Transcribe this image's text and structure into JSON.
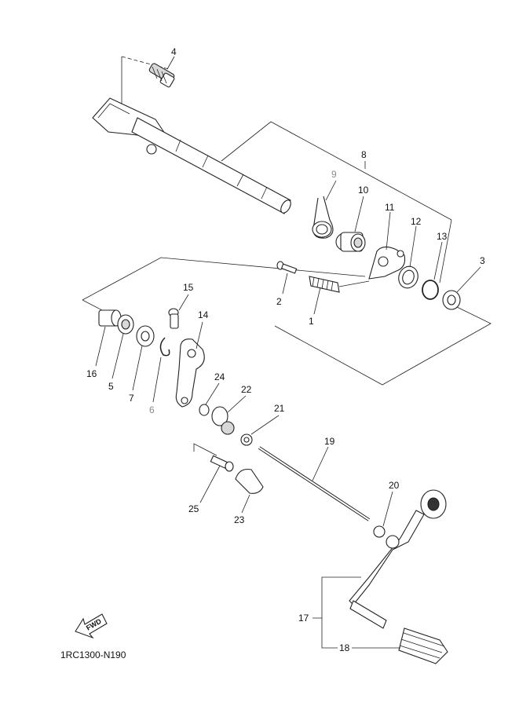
{
  "figure_code": "1RC1300-N190",
  "direction_badge": "FWD",
  "callouts": [
    {
      "id": "1",
      "label": "1"
    },
    {
      "id": "2",
      "label": "2"
    },
    {
      "id": "3",
      "label": "3"
    },
    {
      "id": "4",
      "label": "4"
    },
    {
      "id": "5",
      "label": "5"
    },
    {
      "id": "6",
      "label": "6"
    },
    {
      "id": "7",
      "label": "7"
    },
    {
      "id": "8",
      "label": "8"
    },
    {
      "id": "9",
      "label": "9"
    },
    {
      "id": "10",
      "label": "10"
    },
    {
      "id": "11",
      "label": "11"
    },
    {
      "id": "12",
      "label": "12"
    },
    {
      "id": "13",
      "label": "13"
    },
    {
      "id": "14",
      "label": "14"
    },
    {
      "id": "15",
      "label": "15"
    },
    {
      "id": "16",
      "label": "16"
    },
    {
      "id": "17",
      "label": "17"
    },
    {
      "id": "18",
      "label": "18"
    },
    {
      "id": "19",
      "label": "19"
    },
    {
      "id": "20",
      "label": "20"
    },
    {
      "id": "21",
      "label": "21"
    },
    {
      "id": "22",
      "label": "22"
    },
    {
      "id": "23",
      "label": "23"
    },
    {
      "id": "24",
      "label": "24"
    },
    {
      "id": "25",
      "label": "25"
    }
  ]
}
